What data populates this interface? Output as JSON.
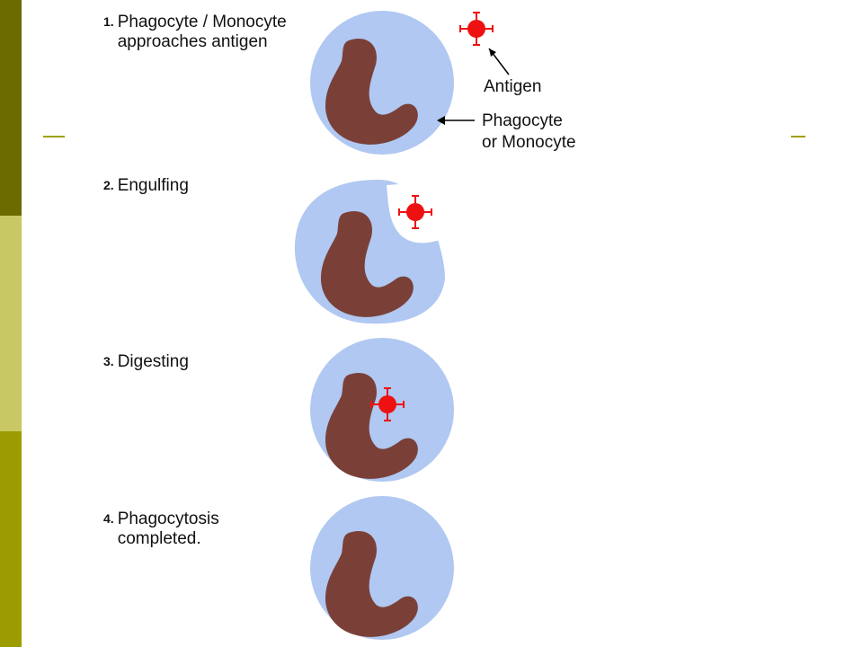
{
  "steps": [
    {
      "number": "1.",
      "text": "Phagocyte / Monocyte\napproaches antigen"
    },
    {
      "number": "2.",
      "text": "Engulfing"
    },
    {
      "number": "3.",
      "text": "Digesting"
    },
    {
      "number": "4.",
      "text": "Phagocytosis\ncompleted."
    }
  ],
  "labels": {
    "antigen": "Antigen",
    "phagocyte": "Phagocyte\nor Monocyte"
  },
  "colors": {
    "cell": "#b0c8f2",
    "nucleus": "#7a4038",
    "antigen": "#ee1111",
    "sidebar_dark": "#6b6b00",
    "sidebar_light": "#c8c864",
    "sidebar_mid": "#9c9c00"
  }
}
